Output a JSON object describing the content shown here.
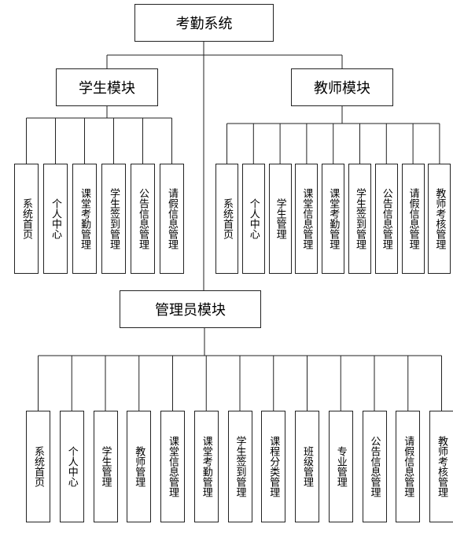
{
  "root": {
    "label": "考勤系统"
  },
  "modules": [
    {
      "id": "student",
      "label": "学生模块",
      "children": [
        "系统首页",
        "个人中心",
        "课堂考勤管理",
        "学生签到管理",
        "公告信息管理",
        "请假信息管理"
      ]
    },
    {
      "id": "teacher",
      "label": "教师模块",
      "children": [
        "系统首页",
        "个人中心",
        "学生管理",
        "课堂信息管理",
        "课堂考勤管理",
        "学生签到管理",
        "公告信息管理",
        "请假信息管理",
        "教师考核管理"
      ]
    },
    {
      "id": "admin",
      "label": "管理员模块",
      "children": [
        "系统首页",
        "个人中心",
        "学生管理",
        "教师管理",
        "课堂信息管理",
        "课堂考勤管理",
        "学生签到管理",
        "课程分类管理",
        "班级管理",
        "专业管理",
        "公告信息管理",
        "请假信息管理",
        "教师考核管理"
      ]
    }
  ]
}
